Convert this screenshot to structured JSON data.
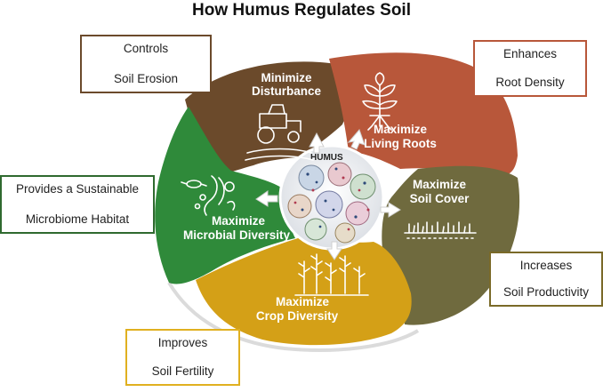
{
  "title": "How Humus Regulates Soil",
  "center": {
    "label": "HUMUS"
  },
  "segments": [
    {
      "line1": "Minimize",
      "line2": "Disturbance",
      "color": "#6b4a2b",
      "icon": "tractor-icon"
    },
    {
      "line1": "Maximize",
      "line2": "Living Roots",
      "color": "#b8573a",
      "icon": "plant-roots-icon"
    },
    {
      "line1": "Maximize",
      "line2": "Soil Cover",
      "color": "#6f6a3e",
      "icon": "ground-cover-icon"
    },
    {
      "line1": "Maximize",
      "line2": "Crop Diversity",
      "color": "#d4a017",
      "icon": "crops-icon"
    },
    {
      "line1": "Maximize",
      "line2": "Microbial Diversity",
      "color": "#2f8a3a",
      "icon": "microbes-icon"
    }
  ],
  "callouts": [
    {
      "line1": "Controls",
      "line2": "Soil Erosion",
      "border": "#6b4a2b"
    },
    {
      "line1": "Enhances",
      "line2": "Root Density",
      "border": "#b8573a"
    },
    {
      "line1": "Provides a Sustainable",
      "line2": "Microbiome Habitat",
      "border": "#2f6a2f"
    },
    {
      "line1": "Increases",
      "line2": "Soil Productivity",
      "border": "#7a6a28"
    },
    {
      "line1": "Improves",
      "line2": "Soil Fertility",
      "border": "#e0b020"
    }
  ]
}
